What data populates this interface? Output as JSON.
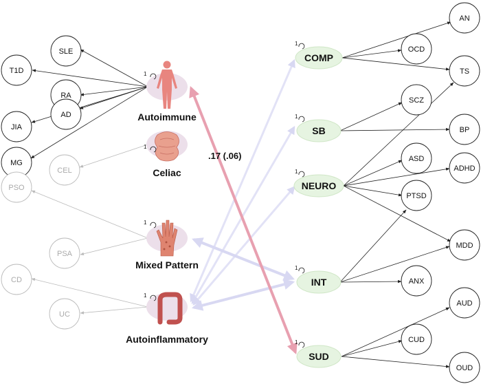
{
  "variance_label": "1",
  "correlation_label": ".17 (.06)",
  "colors": {
    "dark_edge": "#222222",
    "faded_edge": "#bbbbbb",
    "faded_text": "#aaaaaa",
    "latent_fill": "#e6f4e1",
    "latent_stroke": "#cfe6c6",
    "cat_fill": "#ecdfea",
    "highlight_corr": "#e8a0b0",
    "faded_corr": "#d8d8f2"
  },
  "left_observed": [
    {
      "label": "SLE",
      "faded": false
    },
    {
      "label": "T1D",
      "faded": false
    },
    {
      "label": "RA",
      "faded": false
    },
    {
      "label": "JIA",
      "faded": false
    },
    {
      "label": "AD",
      "faded": false
    },
    {
      "label": "MG",
      "faded": false
    },
    {
      "label": "CEL",
      "faded": true
    },
    {
      "label": "PSO",
      "faded": true
    },
    {
      "label": "PSA",
      "faded": true
    },
    {
      "label": "CD",
      "faded": true
    },
    {
      "label": "UC",
      "faded": true
    }
  ],
  "categories": [
    {
      "label": "Autoimmune",
      "icon": "human-body-icon"
    },
    {
      "label": "Celiac",
      "icon": "intestine-icon"
    },
    {
      "label": "Mixed Pattern",
      "icon": "hand-icon"
    },
    {
      "label": "Autoinflammatory",
      "icon": "colon-icon"
    }
  ],
  "latent_factors": [
    {
      "label": "COMP"
    },
    {
      "label": "SB"
    },
    {
      "label": "NEURO"
    },
    {
      "label": "INT"
    },
    {
      "label": "SUD"
    }
  ],
  "right_observed": [
    {
      "label": "AN"
    },
    {
      "label": "OCD"
    },
    {
      "label": "TS"
    },
    {
      "label": "SCZ"
    },
    {
      "label": "BP"
    },
    {
      "label": "ASD"
    },
    {
      "label": "ADHD"
    },
    {
      "label": "PTSD"
    },
    {
      "label": "MDD"
    },
    {
      "label": "ANX"
    },
    {
      "label": "AUD"
    },
    {
      "label": "CUD"
    },
    {
      "label": "OUD"
    }
  ]
}
